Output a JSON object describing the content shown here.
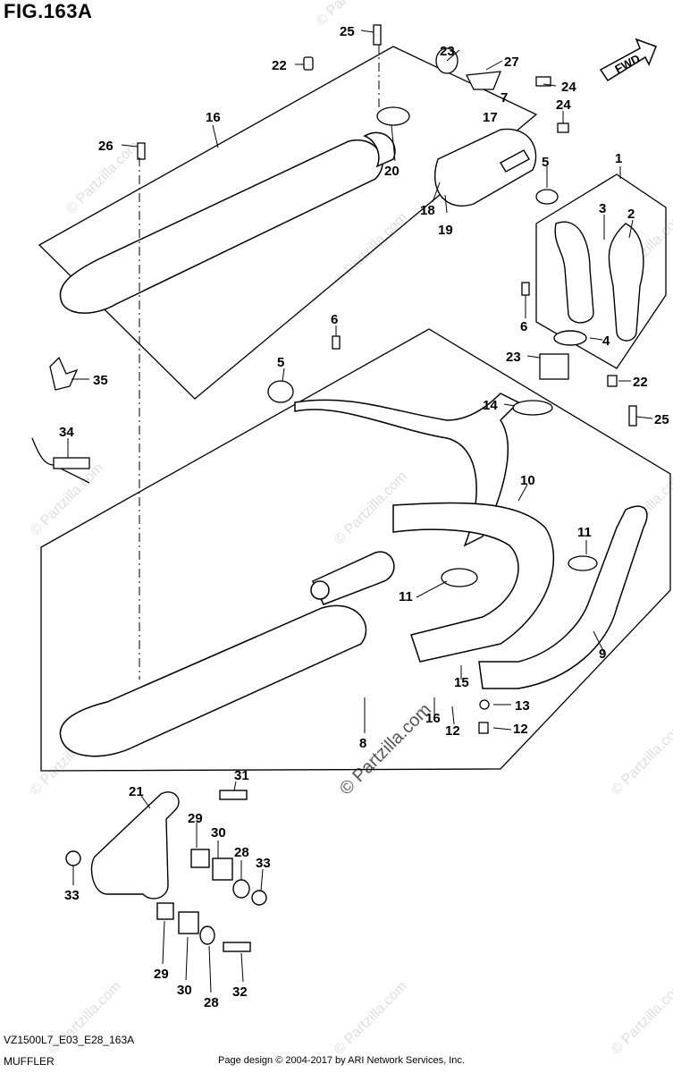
{
  "figure": {
    "title": "FIG.163A",
    "model_code": "VZ1500L7_E03_E28_163A",
    "section": "MUFFLER",
    "copyright": "Page design © 2004-2017 by ARI Network Services, Inc.",
    "direction_label": "FWD"
  },
  "watermarks": {
    "small": "© Partzilla.com",
    "large": "© Partzilla.com"
  },
  "callouts": [
    {
      "id": "c25a",
      "text": "25"
    },
    {
      "id": "c23a",
      "text": "23"
    },
    {
      "id": "c27",
      "text": "27"
    },
    {
      "id": "c22a",
      "text": "22"
    },
    {
      "id": "c7",
      "text": "7"
    },
    {
      "id": "c24a",
      "text": "24"
    },
    {
      "id": "c24b",
      "text": "24"
    },
    {
      "id": "c16",
      "text": "16"
    },
    {
      "id": "c17",
      "text": "17"
    },
    {
      "id": "c26",
      "text": "26"
    },
    {
      "id": "c20",
      "text": "20"
    },
    {
      "id": "c5a",
      "text": "5"
    },
    {
      "id": "c1",
      "text": "1"
    },
    {
      "id": "c18",
      "text": "18"
    },
    {
      "id": "c19",
      "text": "19"
    },
    {
      "id": "c3",
      "text": "3"
    },
    {
      "id": "c2",
      "text": "2"
    },
    {
      "id": "c6a",
      "text": "6"
    },
    {
      "id": "c6b",
      "text": "6"
    },
    {
      "id": "c4",
      "text": "4"
    },
    {
      "id": "c5b",
      "text": "5"
    },
    {
      "id": "c23b",
      "text": "23"
    },
    {
      "id": "c35",
      "text": "35"
    },
    {
      "id": "c22b",
      "text": "22"
    },
    {
      "id": "c14",
      "text": "14"
    },
    {
      "id": "c25b",
      "text": "25"
    },
    {
      "id": "c34",
      "text": "34"
    },
    {
      "id": "c10",
      "text": "10"
    },
    {
      "id": "c11a",
      "text": "11"
    },
    {
      "id": "c11b",
      "text": "11"
    },
    {
      "id": "c9",
      "text": "9"
    },
    {
      "id": "c15",
      "text": "15"
    },
    {
      "id": "c16b",
      "text": "16"
    },
    {
      "id": "c13",
      "text": "13"
    },
    {
      "id": "c12a",
      "text": "12"
    },
    {
      "id": "c12b",
      "text": "12"
    },
    {
      "id": "c8",
      "text": "8"
    },
    {
      "id": "c31",
      "text": "31"
    },
    {
      "id": "c21",
      "text": "21"
    },
    {
      "id": "c29a",
      "text": "29"
    },
    {
      "id": "c30a",
      "text": "30"
    },
    {
      "id": "c28a",
      "text": "28"
    },
    {
      "id": "c33a",
      "text": "33"
    },
    {
      "id": "c33b",
      "text": "33"
    },
    {
      "id": "c29b",
      "text": "29"
    },
    {
      "id": "c30b",
      "text": "30"
    },
    {
      "id": "c28b",
      "text": "28"
    },
    {
      "id": "c32",
      "text": "32"
    }
  ]
}
